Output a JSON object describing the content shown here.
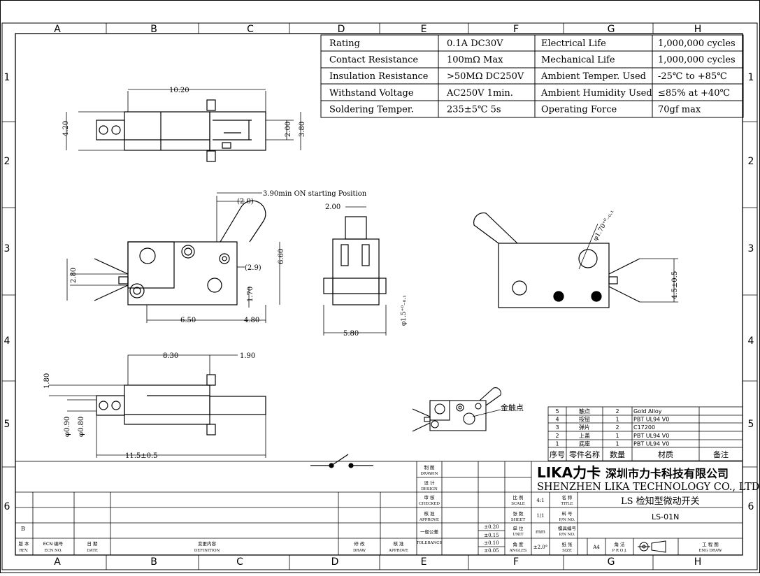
{
  "grid": {
    "cols_top": [
      "A",
      "B",
      "C",
      "D",
      "E",
      "F",
      "G",
      "H"
    ],
    "cols_bottom": [
      "A",
      "B",
      "C",
      "D",
      "E",
      "F",
      "G",
      "H"
    ],
    "rows_left": [
      "1",
      "2",
      "3",
      "4",
      "5",
      "6"
    ],
    "rows_right": [
      "1",
      "2",
      "3",
      "4",
      "5",
      "6"
    ]
  },
  "specs": [
    [
      "Rating",
      "0.1A  DC30V",
      "Electrical Life",
      "1,000,000 cycles"
    ],
    [
      "Contact Resistance",
      "100mΩ  Max",
      "Mechanical Life",
      "1,000,000 cycles"
    ],
    [
      "Insulation Resistance",
      ">50MΩ  DC250V",
      "Ambient Temper. Used",
      "-25℃  to  +85℃"
    ],
    [
      "Withstand Voltage",
      "AC250V   1min.",
      "Ambient Humidity Used",
      "≤85% at +40℃"
    ],
    [
      "Soldering Temper.",
      "235±5℃  5s",
      "Operating Force",
      "70gf max"
    ]
  ],
  "dims": {
    "top_len": "10.20",
    "top_h": "4.20",
    "top_w1": "2.00",
    "top_w2": "3.80",
    "start_pos": "3.90min ON starting Position",
    "lever_a": "(2.0)",
    "lever_b": "(2.9)",
    "h66": "6.60",
    "h28": "2.80",
    "h17": "1.70",
    "l65": "6.50",
    "l48": "4.80",
    "side_top": "2.00",
    "side_w": "5.80",
    "side_d": "φ1.5⁺⁰₋₀.₁",
    "hole_d": "φ1.70⁺⁰₋₀.₁",
    "right_h": "4.5±0.5",
    "b83": "8.30",
    "b19": "1.90",
    "b18": "1.80",
    "b09": "φ0.90",
    "b08": "φ0.80",
    "b115": "11.5±0.5"
  },
  "contact_label": "金触点",
  "bom": {
    "rows": [
      [
        "5",
        "触点",
        "2",
        "Gold Alloy",
        ""
      ],
      [
        "4",
        "按钮",
        "1",
        "PBT UL94 V0",
        ""
      ],
      [
        "3",
        "弹片",
        "2",
        "C17200",
        ""
      ],
      [
        "2",
        "上盖",
        "1",
        "PBT UL94 V0",
        ""
      ],
      [
        "1",
        "底座",
        "1",
        "PBT UL94 V0",
        ""
      ]
    ],
    "header": [
      "序号",
      "零件名称",
      "数量",
      "材质",
      "备注"
    ]
  },
  "title_block": {
    "drawn_cn": "制 图",
    "drawn_en": "DRAWIN",
    "design_cn": "设 计",
    "design_en": "DESIGN",
    "check_cn": "审 核",
    "check_en": "CHECKED",
    "approve_cn": "核 准",
    "approve_en": "APPROVE",
    "tol_cn": "一般公差",
    "tol_en": "TOLERANCE",
    "scale_cn": "比 例",
    "scale_en": "SCALE",
    "scale_val": "4:1",
    "sheet_cn": "张 数",
    "sheet_en": "SHEET",
    "sheet_val": "1/1",
    "unit_cn": "单 位",
    "unit_en": "UNIT",
    "unit_val": "mm",
    "angle_cn": "角 度",
    "angle_en": "ANGLES",
    "angle_val": "±2.0°",
    "title_cn": "名 称",
    "title_en": "TITLE",
    "title_val": "LS 检知型微动开关",
    "pn_cn": "料 号",
    "pn_en": "P/N NO.",
    "pn_val": "LS-01N",
    "mold_cn": "模具编号",
    "mold_en": "P/N NO.",
    "size_cn": "纸 张",
    "size_en": "SIZE",
    "size_val": "A4",
    "proj_cn": "角 法",
    "proj_en": "P R O J.",
    "eng_cn": "工 程 图",
    "eng_en": "ENG DRAW",
    "tol1": "±0.20",
    "tol2": "±0.15",
    "tol3": "±0.10",
    "tol4": "±0.05",
    "logo": "LIKA力卡",
    "company_cn": "深圳市力卡科技有限公司",
    "company_en": "SHENZHEN LIKA TECHNOLOGY CO., LTD."
  },
  "revision": {
    "rev_mark": "B",
    "rev_cn": "版 本",
    "rev_en": "REV.",
    "ecn_cn": "ECN 编号",
    "ecn_en": "ECN NO.",
    "date_cn": "日 期",
    "date_en": "DATE",
    "def_cn": "变更内容",
    "def_en": "DEFINITION",
    "draw_cn": "修 改",
    "draw_en": "DRAW",
    "appr_cn": "核 准",
    "appr_en": "APPROVE"
  }
}
